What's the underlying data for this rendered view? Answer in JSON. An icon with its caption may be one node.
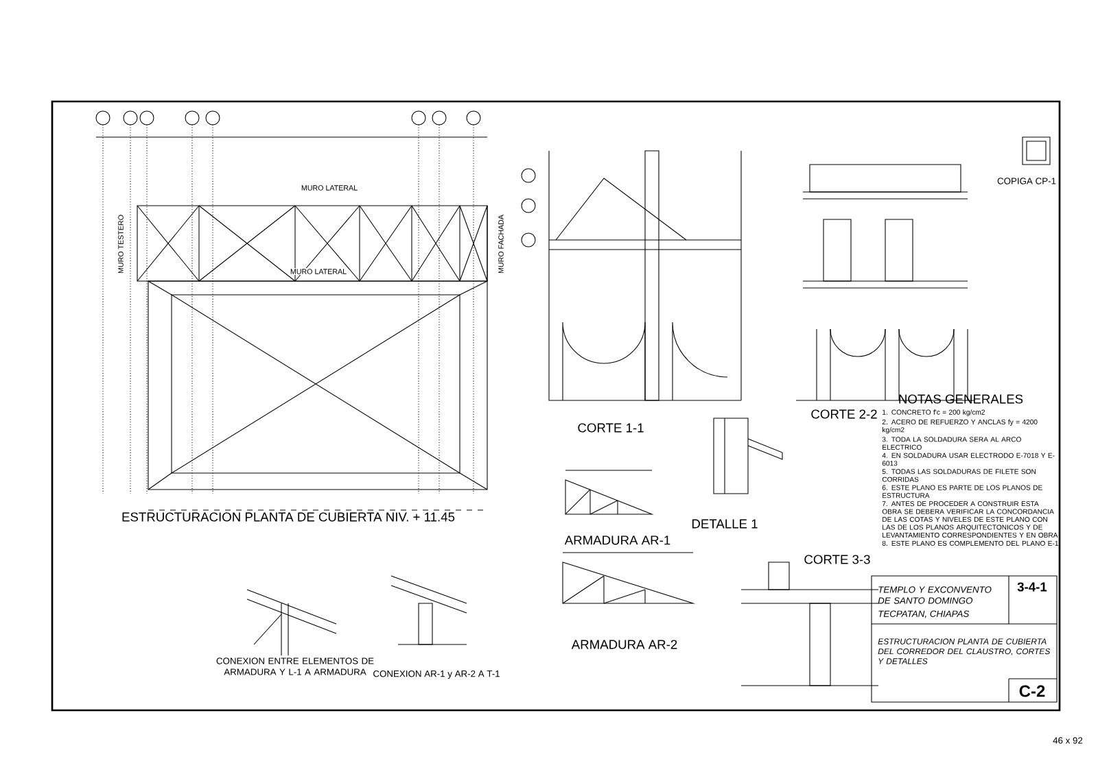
{
  "diagram": {
    "labels": [
      "ESTRUCTURACION PLANTA DE CUBIERTA NIV. + 11.45",
      "CONEXION ENTRE ELEMENTOS DE ARMADURA Y L-1 A ARMADURA",
      "CONEXION AR-1 y AR-2 A T-1",
      "CORTE 1-1",
      "ARMADURA AR-1",
      "ARMADURA AR-2",
      "DETALLE 1",
      "CORTE 2-2",
      "CORTE 3-3",
      "COPIGA CP-1",
      "NOTAS GENERALES",
      "1. CONCRETO f'c = 200 kg/cm2",
      "2. ACERO DE REFUERZO Y ANCLAS fy = 4200 kg/cm2",
      "3. TODA LA SOLDADURA SERA AL ARCO ELECTRICO",
      "4. EN SOLDADURA USAR ELECTRODO E-7018 Y E-6013",
      "5. TODAS LAS SOLDADURAS DE FILETE SON CORRIDAS",
      "6. ESTE PLANO ES PARTE DE LOS PLANOS DE ESTRUCTURA",
      "7. ANTES DE PROCEDER A CONSTRUIR ESTA OBRA SE DEBERA VERIFICAR LA CONCORDANCIA DE LAS COTAS Y NIVELES DE ESTE PLANO CON LAS DE LOS PLANOS ARQUITECTONICOS Y DE LEVANTAMIENTO CORRESPONDIENTES Y EN OBRA",
      "8. ESTE PLANO ES COMPLEMENTO DEL PLANO E-1",
      "3-4-1",
      "TEMPLO Y EXCONVENTO DE SANTO DOMINGO",
      "TECPATAN, CHIAPAS",
      "ESTRUCTURACION PLANTA DE CUBIERTA DEL CORREDOR DEL CLAUSTRO, CORTES Y DETALLES",
      "C-2",
      "46 x 92",
      "MURO LATERAL",
      "MURO TESTERO",
      "MURO FACHADA",
      "MURO LATERAL"
    ]
  }
}
